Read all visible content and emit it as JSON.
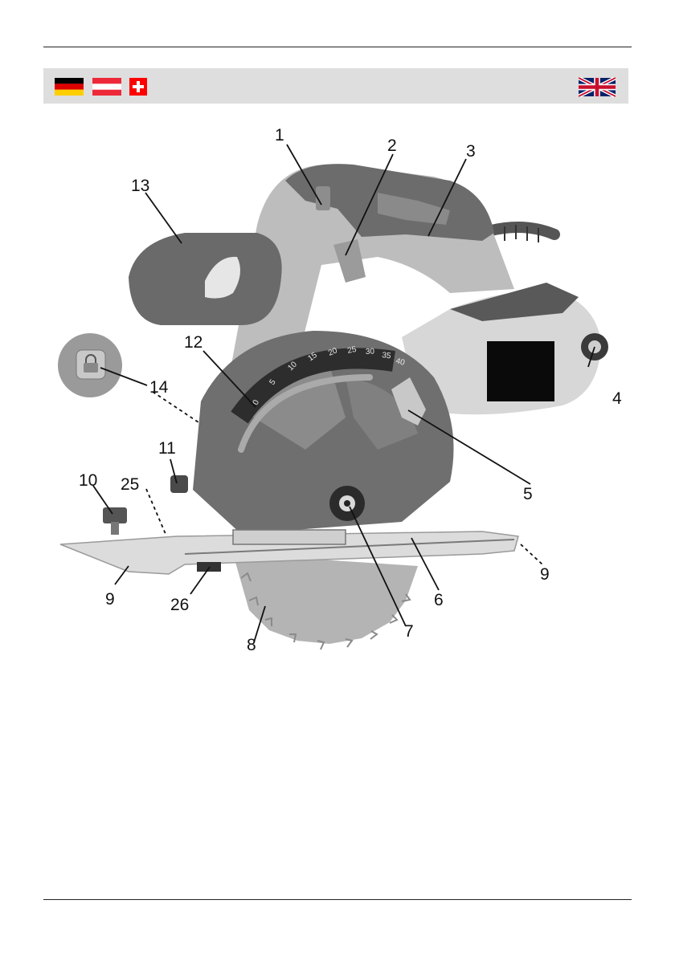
{
  "header": {
    "flags": [
      {
        "country": "Germany",
        "icon": "germany-flag-icon",
        "colors": [
          "#000000",
          "#dd0000",
          "#ffce00"
        ]
      },
      {
        "country": "Austria",
        "icon": "austria-flag-icon",
        "colors": [
          "#ed2939",
          "#ffffff",
          "#ed2939"
        ]
      },
      {
        "country": "Switzerland",
        "icon": "switzerland-flag-icon",
        "colors": [
          "#ff0000",
          "#ffffff"
        ]
      },
      {
        "country": "United Kingdom",
        "icon": "uk-flag-icon",
        "colors": [
          "#012169",
          "#ffffff",
          "#c8102e"
        ]
      }
    ]
  },
  "figure": {
    "callouts": [
      "1",
      "2",
      "3",
      "4",
      "5",
      "6",
      "7",
      "8",
      "9",
      "9",
      "10",
      "11",
      "12",
      "13",
      "14",
      "25",
      "26"
    ],
    "bevel_scale": [
      "0",
      "5",
      "10",
      "15",
      "20",
      "25",
      "30",
      "35",
      "40"
    ]
  }
}
